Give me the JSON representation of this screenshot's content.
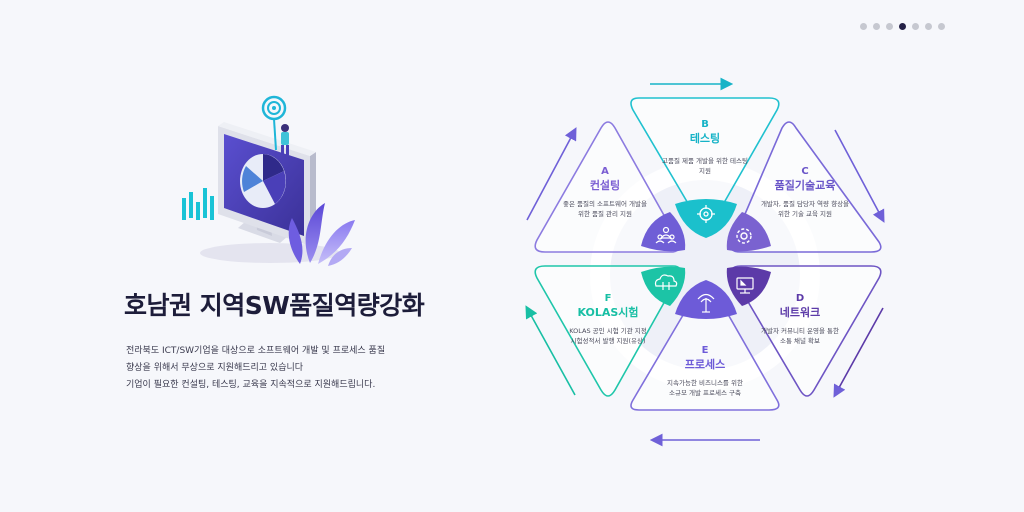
{
  "pagination": {
    "count": 7,
    "active_index": 3
  },
  "hero": {
    "title": "호남권 지역SW품질역량강화",
    "description": [
      "전라북도 ICT/SW기업을 대상으로 소프트웨어 개발 및 프로세스 품질",
      "향상을 위해서 무상으로 지원해드리고 있습니다",
      "기업이 필요한 컨설팅, 테스팅, 교육을 지속적으로 지원해드립니다."
    ]
  },
  "cycle": {
    "items": [
      {
        "letter": "A",
        "name": "컨설팅",
        "desc": [
          "좋은 품질의 소프트웨어 개발을",
          "위한 품질 관리 지원"
        ],
        "color": "#7b5ed3",
        "icon": "people-icon"
      },
      {
        "letter": "B",
        "name": "테스팅",
        "desc": [
          "고품질 제품 개발을 위한 테스팅",
          "지원"
        ],
        "color": "#16b3c7",
        "icon": "target-icon"
      },
      {
        "letter": "C",
        "name": "품질기술교육",
        "desc": [
          "개발자, 품질 담당자 역량 향상을",
          "위한 기술 교육 지원"
        ],
        "color": "#6a55c8",
        "icon": "gear-icon"
      },
      {
        "letter": "D",
        "name": "네트워크",
        "desc": [
          "개발자 커뮤니티 운영을 통한",
          "소통 채널 확보"
        ],
        "color": "#5c3aa8",
        "icon": "monitor-icon"
      },
      {
        "letter": "E",
        "name": "프로세스",
        "desc": [
          "지속가능한 비즈니스를 위한",
          "소규모 개발 프로세스 구축"
        ],
        "color": "#6d5bd8",
        "icon": "antenna-icon"
      },
      {
        "letter": "F",
        "name": "KOLAS시험",
        "desc": [
          "KOLAS 공인 시험 기관 지정",
          "시험성적서 발행 지원(유상)"
        ],
        "color": "#18bfa4",
        "icon": "cloud-icon"
      }
    ]
  }
}
